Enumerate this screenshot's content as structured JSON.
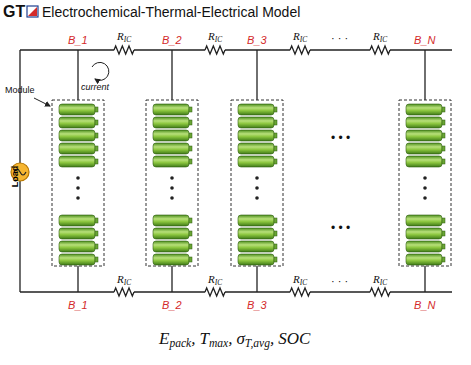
{
  "diagram": {
    "nodes": [
      {
        "text": [
          "Load"
        ]
      }
    ],
    "labels": [
      "GT",
      "Electrochemical-Thermal-Electrical Model",
      "Module",
      "current",
      "B_1",
      "R",
      "IC",
      "B_2",
      "R",
      "IC",
      "B_3",
      "R",
      "IC",
      "· · ·",
      "R",
      "IC",
      "B_N",
      "• • •",
      "• • •",
      "B_1",
      "R",
      "IC",
      "B_2",
      "R",
      "IC",
      "B_3",
      "R",
      "IC",
      "· · ·",
      "R",
      "IC",
      "B_N",
      "E",
      "pack",
      ",",
      "T",
      "max",
      ",",
      "σ",
      "T,avg",
      ",",
      "SOC"
    ]
  }
}
